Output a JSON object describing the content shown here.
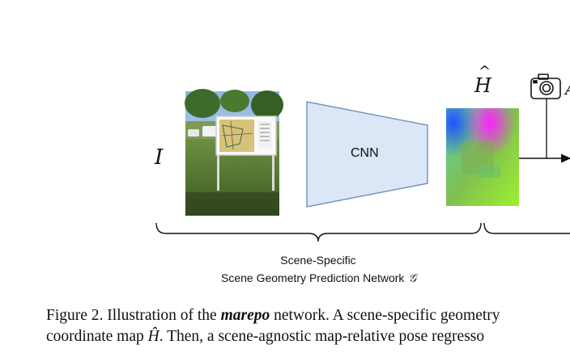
{
  "figure": {
    "input_symbol": "I",
    "network_label": "CNN",
    "output_symbol": "H",
    "output_hat": "^",
    "partial_symbol": "A",
    "brace_label_line1": "Scene-Specific",
    "brace_label_line2": "Scene Geometry Prediction Network",
    "brace_label_symbol": "𝒢",
    "colors": {
      "cnn_fill": "#dbe6f7",
      "cnn_stroke": "#6f8fbd",
      "arrow": "#111111"
    }
  },
  "caption": {
    "line1_prefix": "Figure 2. Illustration of the ",
    "line1_method": "marepo",
    "line1_suffix": " network. A scene-specific geometry",
    "line2_prefix": "coordinate map ",
    "line2_symbol": "Ĥ",
    "line2_suffix": ".  Then, a scene-agnostic map-relative pose regresso"
  }
}
